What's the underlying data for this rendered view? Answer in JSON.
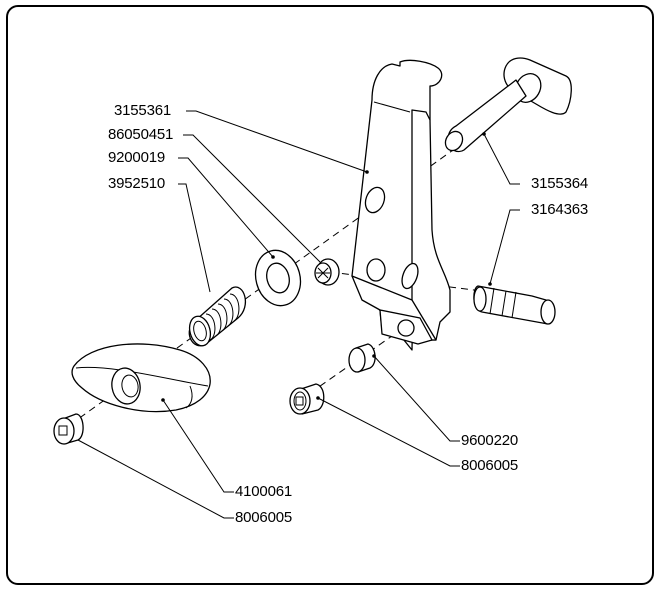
{
  "diagram": {
    "type": "exploded-parts-view",
    "labels": [
      {
        "id": "lbl-3155361",
        "text": "3155361",
        "part": "lever-arm"
      },
      {
        "id": "lbl-86050451",
        "text": "86050451",
        "part": "torx-screw"
      },
      {
        "id": "lbl-9200019",
        "text": "9200019",
        "part": "washer"
      },
      {
        "id": "lbl-3952510",
        "text": "3952510",
        "part": "spring"
      },
      {
        "id": "lbl-3155364",
        "text": "3155364",
        "part": "t-bolt-pin"
      },
      {
        "id": "lbl-3164363",
        "text": "3164363",
        "part": "grooved-bushing"
      },
      {
        "id": "lbl-9600220",
        "text": "9600220",
        "part": "small-cylinder"
      },
      {
        "id": "lbl-8006005-right",
        "text": "8006005",
        "part": "set-screw-right"
      },
      {
        "id": "lbl-4100061",
        "text": "4100061",
        "part": "knob"
      },
      {
        "id": "lbl-8006005-left",
        "text": "8006005",
        "part": "set-screw-left"
      }
    ]
  }
}
